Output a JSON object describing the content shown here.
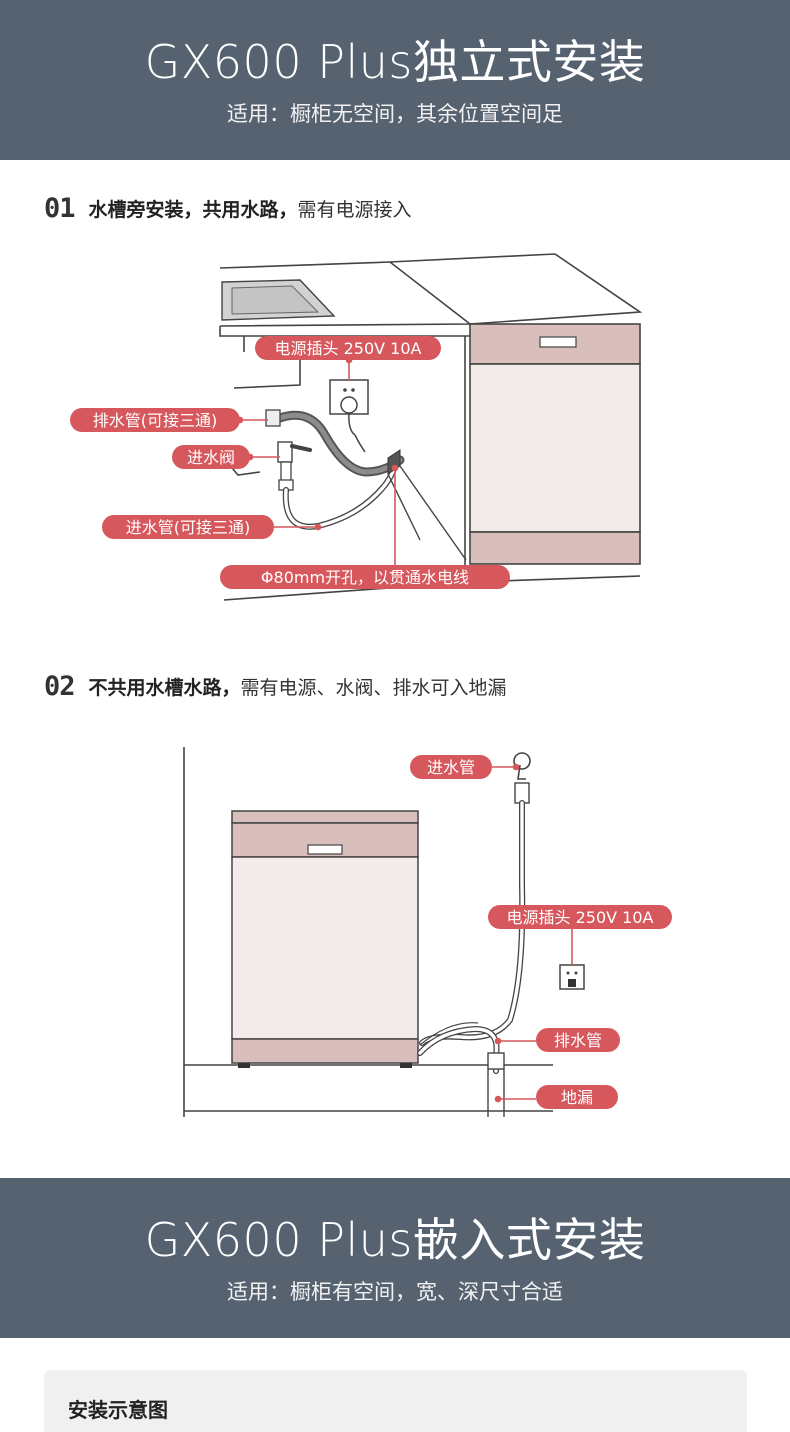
{
  "section1": {
    "title": "GX600 Plus独立式安装",
    "subtitle": "适用：橱柜无空间，其余位置空间足"
  },
  "step1": {
    "num": "01",
    "bold": "水槽旁安装，共用水路，",
    "normal": "需有电源接入",
    "labels": {
      "power": "电源插头 250V 10A",
      "drain": "排水管(可接三通)",
      "valve": "进水阀",
      "inlet": "进水管(可接三通)",
      "hole": "Φ80mm开孔，以贯通水电线"
    }
  },
  "step2": {
    "num": "02",
    "bold": "不共用水槽水路，",
    "normal": "需有电源、水阀、排水可入地漏",
    "labels": {
      "inlet": "进水管",
      "power": "电源插头 250V 10A",
      "drain": "排水管",
      "floor_drain": "地漏"
    }
  },
  "section2": {
    "title": "GX600 Plus嵌入式安装",
    "subtitle": "适用：橱柜有空间，宽、深尺寸合适"
  },
  "card": {
    "title": "安装示意图"
  },
  "colors": {
    "banner": "#566270",
    "tag": "#d6585d",
    "panel": "#d9bfbb",
    "body": "#f3ebea",
    "line": "#444444"
  }
}
